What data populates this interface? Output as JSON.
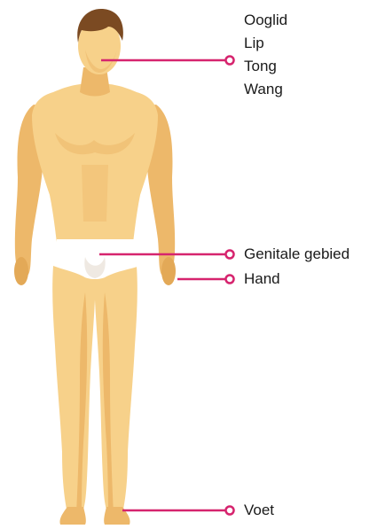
{
  "labels": {
    "head": [
      "Ooglid",
      "Lip",
      "Tong",
      "Wang"
    ],
    "genital": "Genitale gebied",
    "hand": "Hand",
    "foot": "Voet"
  },
  "colors": {
    "skin": "#F7D18A",
    "skin_shade": "#EDB86A",
    "skin_shadow": "#E3A957",
    "hair": "#7B4A22",
    "underwear": "#FFFFFF",
    "underwear_shade": "#EFE9E2",
    "pointer": "#D6246E"
  }
}
